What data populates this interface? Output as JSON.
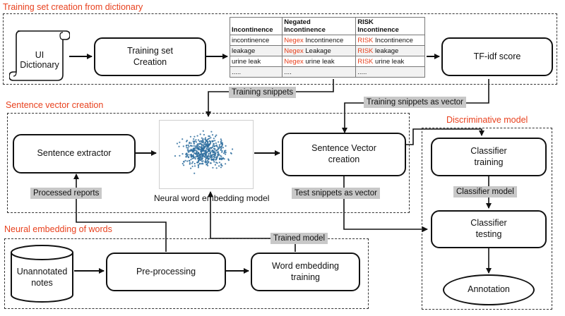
{
  "sections": {
    "training_set": "Training set creation from dictionary",
    "sentence_vector": "Sentence vector creation",
    "neural_embedding": "Neural embedding of words",
    "discriminative": "Discriminative model"
  },
  "nodes": {
    "ui_dictionary": "UI Dictionary",
    "training_set_creation_1": "Training set",
    "training_set_creation_2": "Creation",
    "tfidf": "TF-idf score",
    "sentence_extractor": "Sentence extractor",
    "sentence_vector_1": "Sentence Vector",
    "sentence_vector_2": "creation",
    "classifier_training_1": "Classifier",
    "classifier_training_2": "training",
    "classifier_testing_1": "Classifier",
    "classifier_testing_2": "testing",
    "unannotated_1": "Unannotated",
    "unannotated_2": "notes",
    "preprocessing": "Pre-processing",
    "word_embedding_1": "Word embedding",
    "word_embedding_2": "training",
    "annotation": "Annotation"
  },
  "edge_labels": {
    "training_snippets": "Training snippets",
    "training_snippets_vector": "Training snippets as vector",
    "processed_reports": "Processed reports",
    "test_snippets_vector": "Test snippets as vector",
    "classifier_model": "Classifier model",
    "trained_model": "Trained model"
  },
  "captions": {
    "neural_model": "Neural word embedding model"
  },
  "table": {
    "headers": [
      [
        "",
        "Incontinence"
      ],
      [
        "Negated",
        "Incontinence"
      ],
      [
        "RISK",
        "Incontinence"
      ]
    ],
    "rows": [
      [
        {
          "tag": "",
          "text": "incontinence"
        },
        {
          "tag": "Negex",
          "text": " Incontinence"
        },
        {
          "tag": "RISK",
          "text": " Incontinence"
        }
      ],
      [
        {
          "tag": "",
          "text": "leakage"
        },
        {
          "tag": "Negex",
          "text": " Leakage"
        },
        {
          "tag": "RISK",
          "text": " leakage"
        }
      ],
      [
        {
          "tag": "",
          "text": "urine leak"
        },
        {
          "tag": "Negex",
          "text": " urine leak"
        },
        {
          "tag": "RISK",
          "text": " urine leak"
        }
      ],
      [
        {
          "tag": "",
          "text": "....."
        },
        {
          "tag": "",
          "text": "...."
        },
        {
          "tag": "",
          "text": "....."
        }
      ]
    ]
  },
  "colors": {
    "section_title": "#e8411e",
    "tag_highlight": "#e8411e",
    "scatter_points": "#2f6f9f",
    "label_background": "#c8c8c8"
  }
}
